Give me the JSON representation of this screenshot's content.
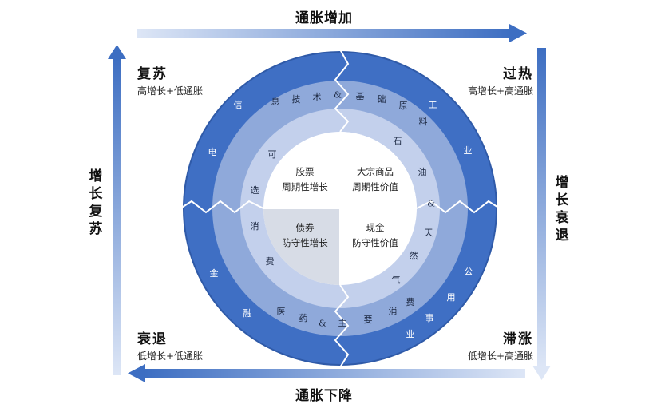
{
  "arrows": {
    "top": "通胀增加",
    "bottom": "通胀下降",
    "left": "增长复苏",
    "right": "增长衰退"
  },
  "phases": {
    "recovery": {
      "title": "复苏",
      "subtitle": "高增长+低通胀"
    },
    "overheat": {
      "title": "过热",
      "subtitle": "高增长+高通胀"
    },
    "recession": {
      "title": "衰退",
      "subtitle": "低增长+低通胀"
    },
    "stagflation": {
      "title": "滞涨",
      "subtitle": "低增长+高通胀"
    }
  },
  "assets": {
    "stocks": {
      "name": "股票",
      "type": "周期性增长"
    },
    "commodities": {
      "name": "大宗商品",
      "type": "周期性价值"
    },
    "bonds": {
      "name": "债券",
      "type": "防守性增长"
    },
    "cash": {
      "name": "现金",
      "type": "防守性价值"
    }
  },
  "outer_ring_text": [
    "电",
    "信",
    "息",
    "技",
    "术",
    "&",
    "基",
    "础",
    "原",
    "料",
    "工",
    "业",
    "公",
    "用",
    "事",
    "业",
    "消",
    "费",
    "&",
    "主",
    "要",
    "药",
    "医",
    "融",
    "金"
  ],
  "inner_ring_text": [
    "可",
    "选",
    "消",
    "费",
    "石",
    "油",
    "&",
    "天",
    "然",
    "气"
  ],
  "colors": {
    "outer_ring": "#3f6fc4",
    "middle_ring": "#8fa9da",
    "inner_ring": "#c3d0ec",
    "core": "#ffffff",
    "core_shade": "#d7dce6",
    "arrow_dark": "#3d6ec2",
    "arrow_light": "#dde6f6"
  }
}
